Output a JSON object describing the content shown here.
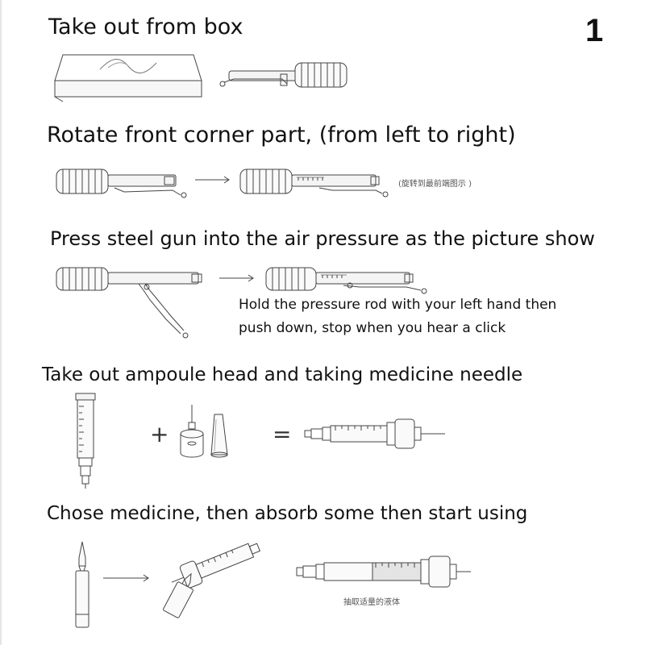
{
  "page_number": "1",
  "steps": [
    {
      "title": "Take out from box"
    },
    {
      "title": "Rotate front corner part, (from left to right)",
      "note_cn": "(旋转到最前端图示 )"
    },
    {
      "title": "Press steel gun into the air pressure as the picture show",
      "note_line1": "Hold the pressure rod with your left hand then",
      "note_line2": "push down, stop when you hear a click"
    },
    {
      "title": "Take out ampoule head and taking medicine needle",
      "plus": "+",
      "equals": "="
    },
    {
      "title": "Chose medicine, then absorb some then start using",
      "note_cn": "抽取适量的液体"
    }
  ]
}
